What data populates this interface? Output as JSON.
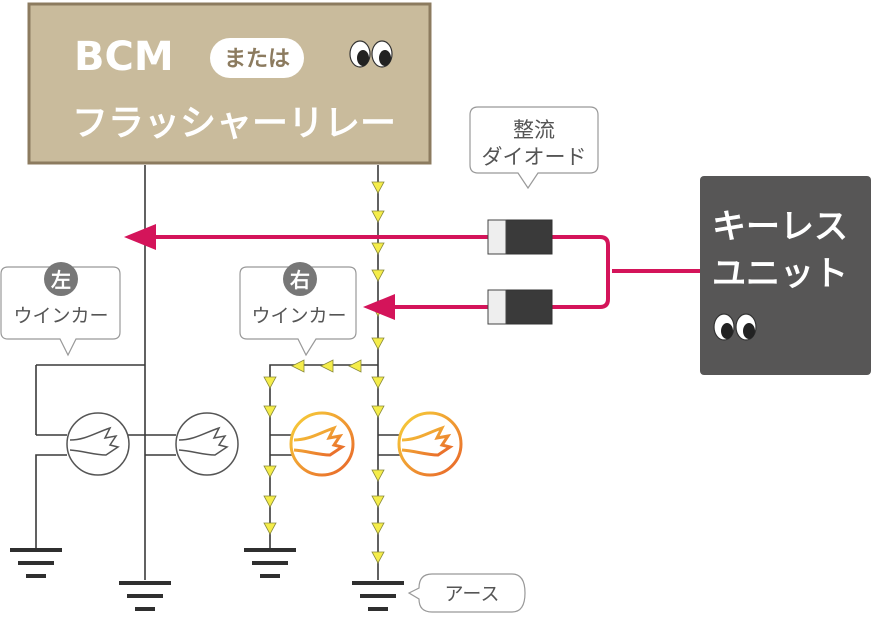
{
  "bcm": {
    "line1": "BCM",
    "or_badge": "または",
    "line2": "フラッシャーリレー"
  },
  "rectifier_diode": {
    "line1": "整流",
    "line2": "ダイオード"
  },
  "keyless_unit": {
    "line1": "キーレス",
    "line2": "ユニット"
  },
  "left_winker": {
    "badge": "左",
    "label": "ウインカー"
  },
  "right_winker": {
    "badge": "右",
    "label": "ウインカー"
  },
  "earth_label": "アース",
  "colors": {
    "bcm_box": "#c9bb9c",
    "bcm_border": "#8c7b5f",
    "keyless_box": "#575656",
    "signal_line": "#d4145a",
    "current_arrow": "#f5ed4a",
    "wire": "#3a3a3a",
    "lit_bulb": "#f0a020"
  }
}
